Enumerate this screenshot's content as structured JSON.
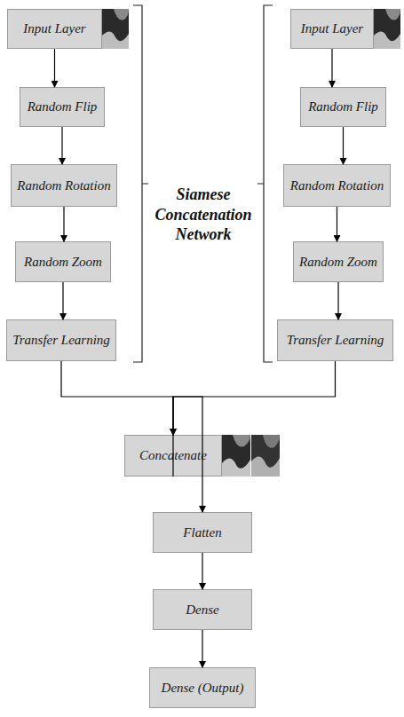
{
  "diagram": {
    "nodes": [
      {
        "text": [
          "Input Layer"
        ]
      },
      {
        "text": [
          "Random Flip"
        ]
      },
      {
        "text": [
          "Random Rotation"
        ]
      },
      {
        "text": [
          "Random Zoom"
        ]
      },
      {
        "text": [
          "Transfer Learning"
        ]
      },
      {
        "text": [
          "Input Layer"
        ]
      },
      {
        "text": [
          "Random Flip"
        ]
      },
      {
        "text": [
          "Random Rotation"
        ]
      },
      {
        "text": [
          "Random Zoom"
        ]
      },
      {
        "text": [
          "Transfer Learning"
        ]
      },
      {
        "text": [
          "Concatenate"
        ]
      },
      {
        "text": [
          "Flatten"
        ]
      },
      {
        "text": [
          "Dense"
        ]
      },
      {
        "text": [
          "Dense (Output)"
        ]
      }
    ],
    "edges": [
      {
        "from": 0,
        "to": 1,
        "arrow": "to"
      },
      {
        "from": 1,
        "to": 2,
        "arrow": "to"
      },
      {
        "from": 2,
        "to": 3,
        "arrow": "to"
      },
      {
        "from": 3,
        "to": 4,
        "arrow": "to"
      },
      {
        "from": 5,
        "to": 6,
        "arrow": "to"
      },
      {
        "from": 6,
        "to": 7,
        "arrow": "to"
      },
      {
        "from": 7,
        "to": 8,
        "arrow": "to"
      },
      {
        "from": 8,
        "to": 9,
        "arrow": "to"
      },
      {
        "from": 4,
        "to": 10,
        "arrow": "to"
      },
      {
        "from": 9,
        "to": 10,
        "arrow": "to"
      },
      {
        "from": 10,
        "to": 11,
        "arrow": "to"
      },
      {
        "from": 11,
        "to": 12,
        "arrow": "to"
      },
      {
        "from": 12,
        "to": 13,
        "arrow": "to"
      }
    ],
    "labels": [
      "Siamese Concatenation Network"
    ]
  }
}
